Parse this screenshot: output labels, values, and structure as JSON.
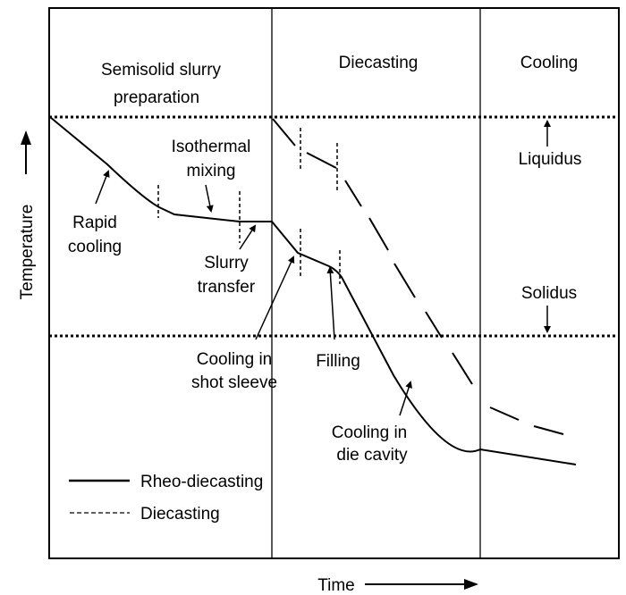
{
  "phases": [
    "Semisolid slurry",
    "preparation",
    "Diecasting",
    "Cooling"
  ],
  "axes": {
    "y_label": "Temperature",
    "x_label": "Time"
  },
  "lines": {
    "liquidus": "Liquidus",
    "solidus": "Solidus"
  },
  "annotations": {
    "rapid_cooling": [
      "Rapid",
      "cooling"
    ],
    "isothermal_mixing": [
      "Isothermal",
      "mixing"
    ],
    "slurry_transfer": [
      "Slurry",
      "transfer"
    ],
    "cooling_shot_sleeve": [
      "Cooling in",
      "shot sleeve"
    ],
    "filling": "Filling",
    "cooling_die_cavity": [
      "Cooling in",
      "die cavity"
    ]
  },
  "legend": {
    "solid": "Rheo-diecasting",
    "dashed": "Diecasting"
  }
}
